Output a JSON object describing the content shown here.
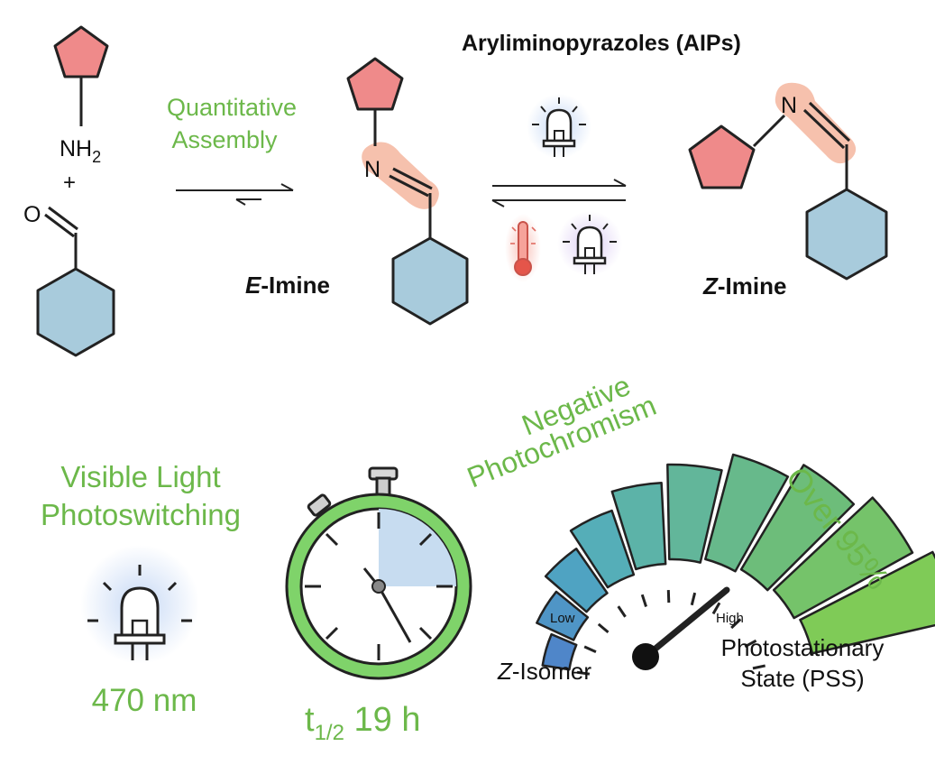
{
  "title": "Aryliminopyrazoles (AIPs)",
  "reaction": {
    "amine_label": "NH",
    "amine_subscript": "2",
    "plus": "+",
    "oxygen": "O",
    "assembly_line1": "Quantitative",
    "assembly_line2": "Assembly",
    "e_prefix": "E",
    "e_suffix": "-Imine",
    "z_prefix": "Z",
    "z_suffix": "-Imine",
    "n_atom": "N"
  },
  "features": {
    "visible_line1": "Visible Light",
    "visible_line2": "Photoswitching",
    "wavelength": "470 nm",
    "halflife_t": "t",
    "halflife_sub": "1/2",
    "halflife_value": " 19 h",
    "negative_line1": "Negative",
    "negative_line2": "Photochromism",
    "over": "Over 95%",
    "gauge_low": "Low",
    "gauge_high": "High",
    "z_isomer_prefix": "Z",
    "z_isomer_suffix": "-Isomer",
    "pss_line1": "Photostationary",
    "pss_line2": "State (PSS)"
  },
  "colors": {
    "pentagon": "#ef8a8a",
    "hexagon": "#a8cbdc",
    "highlight": "#f6c1ad",
    "green_text": "#6cb84a",
    "blue_glow": "#c9dbf3",
    "purple_glow": "#ddd0f2"
  },
  "icons": [
    "led-icon",
    "thermometer-icon",
    "stopwatch-icon",
    "gauge-icon"
  ],
  "stopwatch_fraction": 0.25,
  "gauge_level": 0.95
}
